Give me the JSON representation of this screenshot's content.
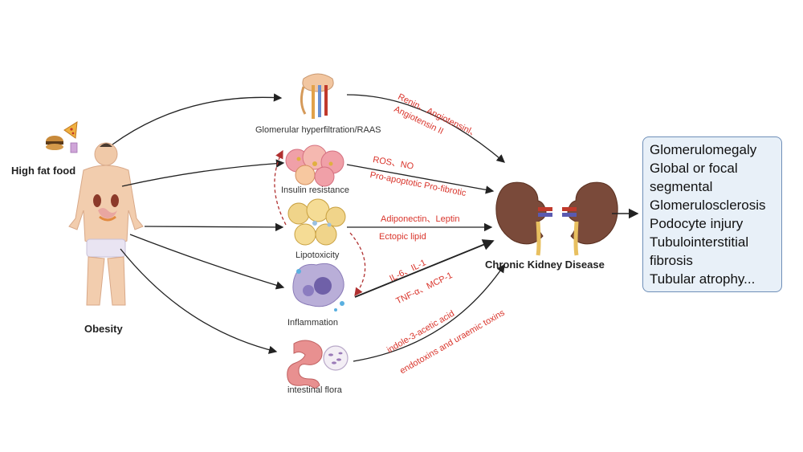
{
  "labels": {
    "high_fat_food": "High fat food",
    "obesity": "Obesity",
    "ckd": "Chronic Kidney Disease"
  },
  "mechanisms": {
    "glomerular": "Glomerular hyperfiltration/RAAS",
    "insulin": "Insulin resistance",
    "lipotoxicity": "Lipotoxicity",
    "inflammation": "Inflammation",
    "flora": "intestinal flora"
  },
  "mediators": {
    "renin": "Renin、Angiotensinl、",
    "angiotensin2": "Angiotensin II",
    "ros": "ROS、NO",
    "proapoptotic": "Pro-apoptotic  Pro-fibrotic",
    "adiponectin": "Adiponectin、Leptin",
    "ectopic": "Ectopic lipid",
    "il6": "IL-6、IL-1",
    "tnf": "TNF-α、MCP-1",
    "indole": "indole-3-acetic acid",
    "endotoxins": "endotoxins and uraemic toxins"
  },
  "outcomes": [
    "Glomerulomegaly",
    "Global or focal",
    "segmental",
    "Glomerulosclerosis",
    "Podocyte injury",
    "Tubulointerstitial",
    "fibrosis",
    "Tubular atrophy..."
  ],
  "colors": {
    "mediator_text": "#d9342b",
    "arrow": "#222222",
    "feedback_arrow": "#b03030",
    "box_fill": "#e8f0f8",
    "box_border": "#6f8fb8",
    "kidney": "#7a4a3a"
  }
}
